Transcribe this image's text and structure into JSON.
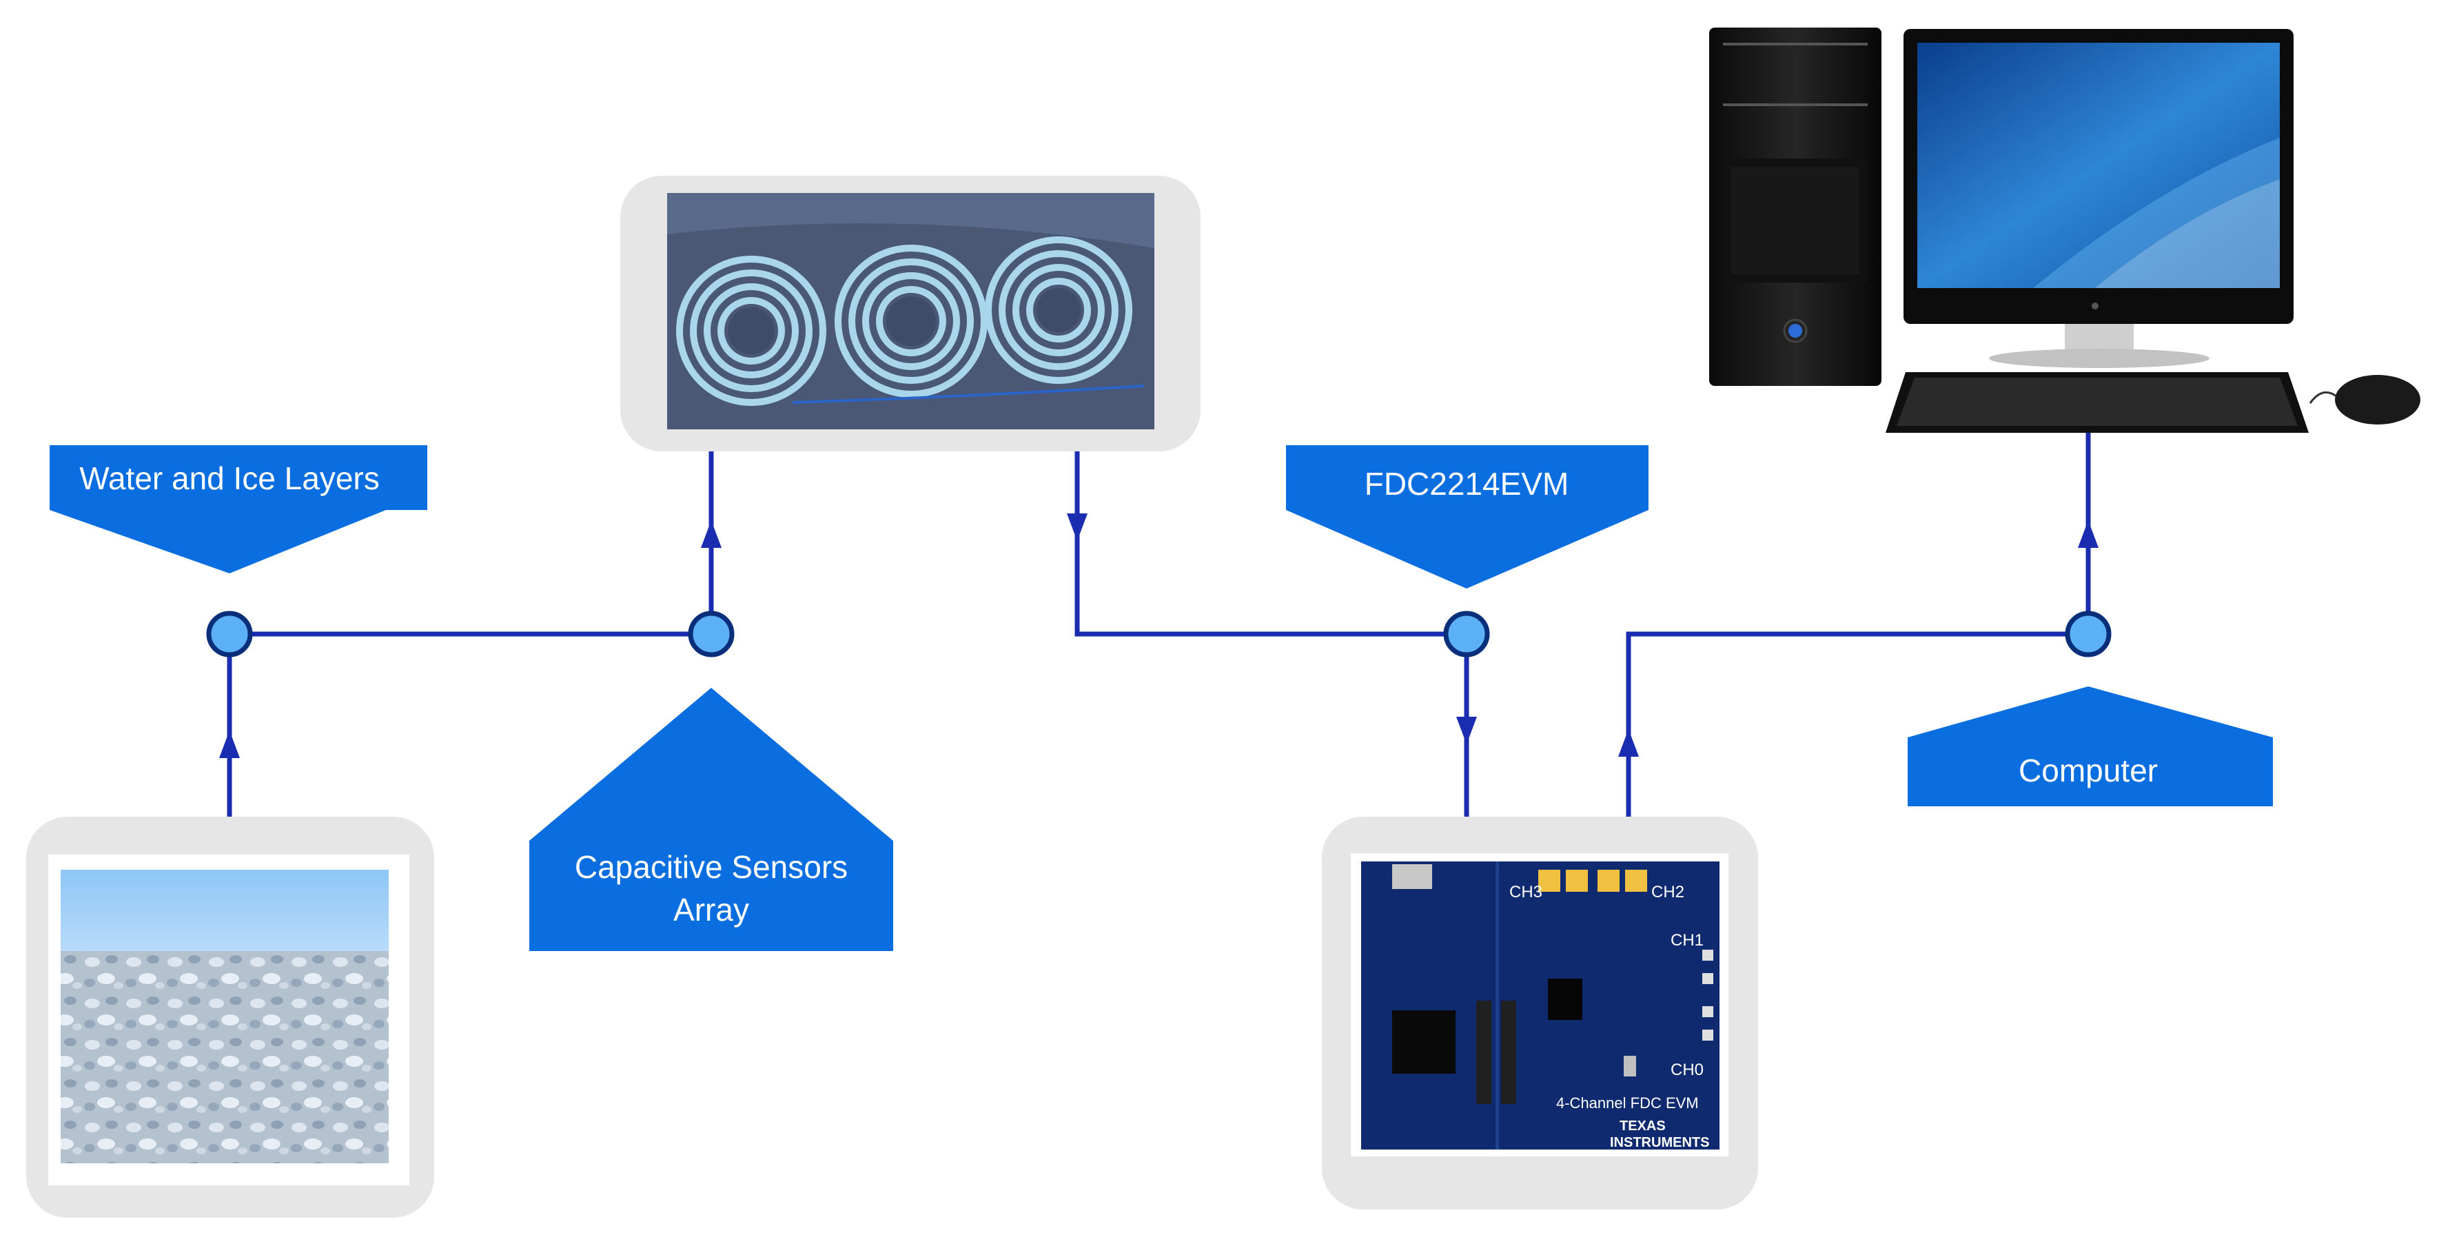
{
  "labels": {
    "water_ice": "Water and Ice Layers",
    "sensors_line1": "Capacitive Sensors",
    "sensors_line2": "Array",
    "fdc": "FDC2214EVM",
    "computer": "Computer"
  },
  "board": {
    "ch3": "CH3",
    "ch2": "CH2",
    "ch1": "CH1",
    "ch0": "CH0",
    "title": "4-Channel FDC EVM",
    "brand_line1": "TEXAS",
    "brand_line2": "INSTRUMENTS"
  },
  "colors": {
    "accent": "#0b6ee0",
    "connector": "#1a2cb0",
    "node_fill": "#5cb0f5",
    "node_stroke": "#0a2f7a",
    "photo_frame": "#e6e6e6",
    "pcb": "#0f2a6e"
  }
}
